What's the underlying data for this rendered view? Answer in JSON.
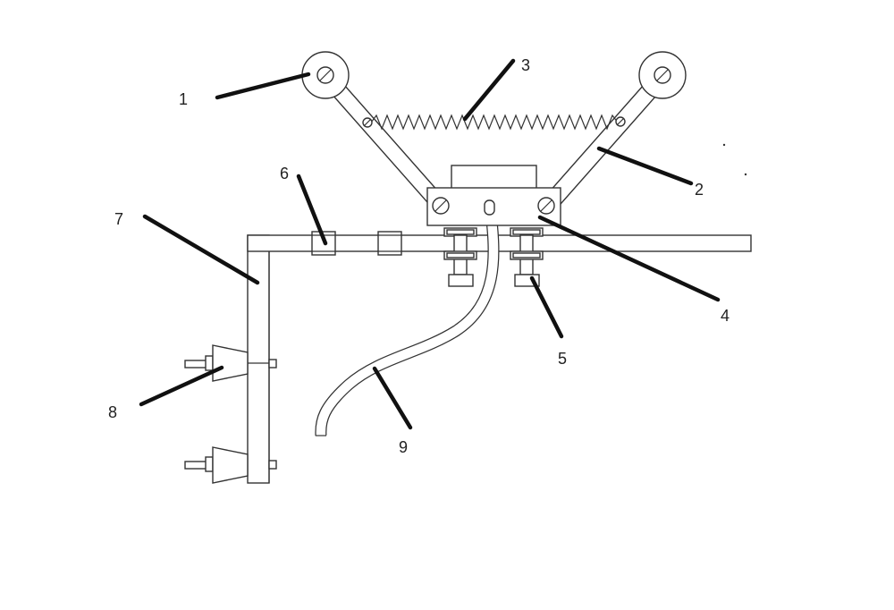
{
  "callouts": [
    {
      "id": "1",
      "label": "1"
    },
    {
      "id": "2",
      "label": "2"
    },
    {
      "id": "3",
      "label": "3"
    },
    {
      "id": "4",
      "label": "4"
    },
    {
      "id": "5",
      "label": "5"
    },
    {
      "id": "6",
      "label": "6"
    },
    {
      "id": "7",
      "label": "7"
    },
    {
      "id": "8",
      "label": "8"
    },
    {
      "id": "9",
      "label": "9"
    }
  ],
  "colors": {
    "line": "#333333",
    "leader": "#111111",
    "background": "#ffffff"
  }
}
